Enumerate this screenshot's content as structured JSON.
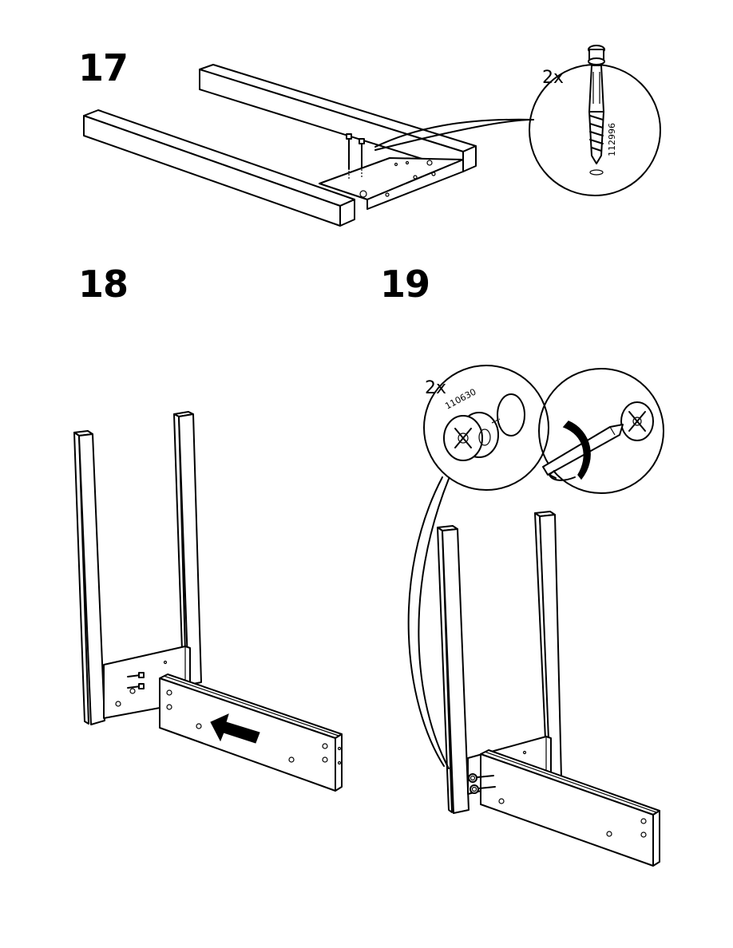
{
  "steps": [
    {
      "number": "17",
      "callout_quantity": "2x",
      "part_number": "112996"
    },
    {
      "number": "18"
    },
    {
      "number": "19",
      "callout_quantity": "2x",
      "part_number": "110630"
    }
  ],
  "icons": [
    "dowel-screw-icon",
    "cam-lock-icon",
    "screwdriver-icon",
    "rotate-arrow-icon",
    "push-arrow-icon"
  ]
}
